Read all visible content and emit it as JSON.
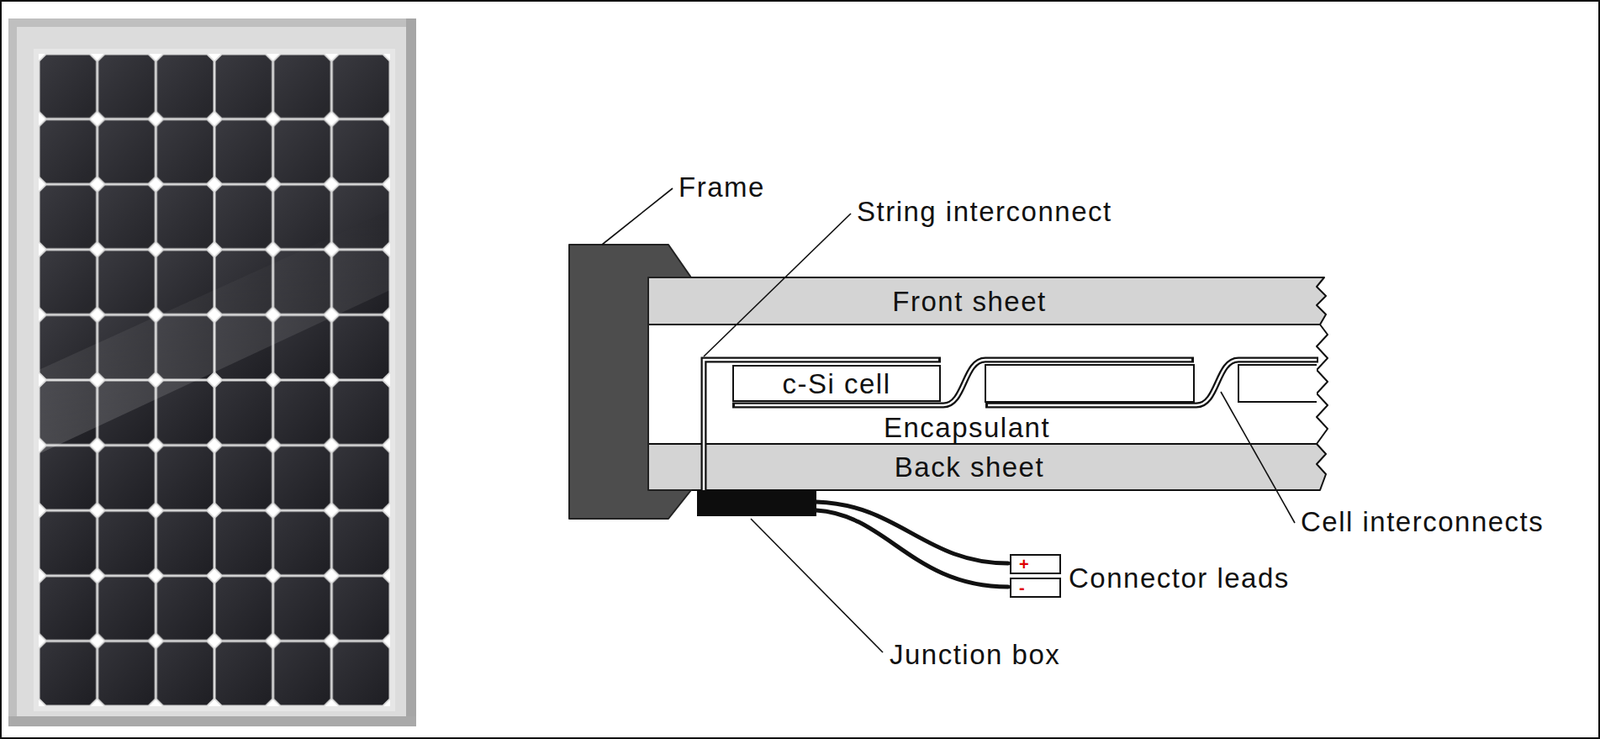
{
  "diagram": {
    "nodes": [
      {
        "text": [
          "Front sheet"
        ]
      },
      {
        "text": [
          "Encapsulant"
        ]
      },
      {
        "text": [
          "c-Si cell"
        ],
        "in": 1
      },
      {
        "text": [
          "Back sheet"
        ]
      },
      {
        "text": [
          "+"
        ]
      },
      {
        "text": [
          "-"
        ]
      }
    ],
    "labels": [
      "Frame",
      "String interconnect",
      "Cell interconnects",
      "Connector leads",
      "Junction box"
    ]
  }
}
